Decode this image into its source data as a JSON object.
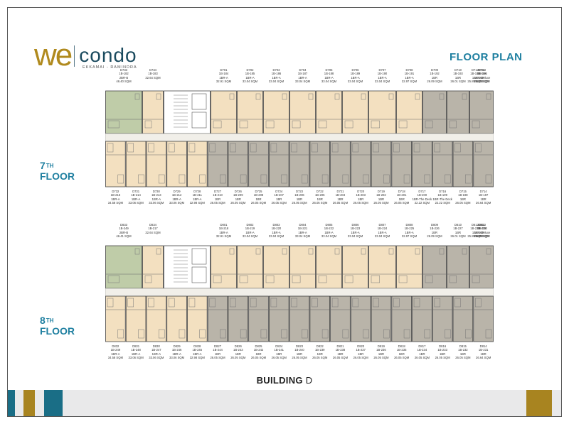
{
  "brand": {
    "logo_we": "we",
    "logo_condo": "condo",
    "logo_sub": "EKKAMAI - RAMINDRA"
  },
  "title": "FLOOR PLAN",
  "building_label": "BUILDING",
  "building_letter": "D",
  "colors": {
    "accent_blue": "#1e7fa0",
    "gold": "#b08a1e",
    "teal": "#1a6e86",
    "unit_tan": "#f3e0c0",
    "unit_gray": "#b9b4a9",
    "unit_green": "#bfcca8",
    "corridor": "#f1efe9"
  },
  "floors": [
    {
      "num": "7",
      "sup": "TH",
      "word": "FLOOR",
      "top_units": [
        {
          "l1": "D733",
          "l2": "1B-182",
          "l3": "2BR-B",
          "l4": "46.40 SQM"
        },
        {
          "l1": "D734",
          "l2": "1B-183",
          "l3": "",
          "l4": "32.64 SQM"
        },
        {
          "l1": "D701",
          "l2": "1B-184",
          "l3": "1BR-A",
          "l4": "32.91 SQM"
        },
        {
          "l1": "D702",
          "l2": "1B-185",
          "l3": "1BR-A",
          "l4": "33.04 SQM"
        },
        {
          "l1": "D703",
          "l2": "1B-186",
          "l3": "1BR-A",
          "l4": "33.04 SQM"
        },
        {
          "l1": "D704",
          "l2": "1B-187",
          "l3": "1BR-A",
          "l4": "33.04 SQM"
        },
        {
          "l1": "D705",
          "l2": "1B-188",
          "l3": "1BR-A",
          "l4": "33.04 SQM"
        },
        {
          "l1": "D706",
          "l2": "1B-189",
          "l3": "1BR-A",
          "l4": "33.04 SQM"
        },
        {
          "l1": "D707",
          "l2": "1B-190",
          "l3": "1BR-A",
          "l4": "33.04 SQM"
        },
        {
          "l1": "D708",
          "l2": "1B-191",
          "l3": "1BR-A",
          "l4": "32.97 SQM"
        },
        {
          "l1": "D709",
          "l2": "1B-192",
          "l3": "1BR",
          "l4": "26.09 SQM"
        },
        {
          "l1": "D710",
          "l2": "1B-193",
          "l3": "1BR",
          "l4": "26.01 SQM"
        },
        {
          "l1": "D711",
          "l2": "1B-194",
          "l3": "1BR",
          "l4": "26.01 SQM"
        },
        {
          "l1": "D712",
          "l2": "1B-195",
          "l3": "1BR",
          "l4": "25.89 SQM"
        },
        {
          "l1": "D713",
          "l2": "1B-196",
          "l3": "1BR-Deluxe",
          "l4": "33.23 SQM"
        }
      ],
      "bottom_units": [
        {
          "l1": "D732",
          "l2": "1B-215",
          "l3": "1BR-A",
          "l4": "34.58 SQM"
        },
        {
          "l1": "D731",
          "l2": "1B-214",
          "l3": "1BR-A",
          "l4": "33.06 SQM"
        },
        {
          "l1": "D730",
          "l2": "1B-213",
          "l3": "1BR-A",
          "l4": "33.06 SQM"
        },
        {
          "l1": "D729",
          "l2": "1B-212",
          "l3": "1BR-A",
          "l4": "33.06 SQM"
        },
        {
          "l1": "D728",
          "l2": "1B-211",
          "l3": "1BR-A",
          "l4": "32.98 SQM"
        },
        {
          "l1": "D727",
          "l2": "1B-210",
          "l3": "1BR",
          "l4": "26.05 SQM"
        },
        {
          "l1": "D726",
          "l2": "1B-209",
          "l3": "1BR",
          "l4": "26.05 SQM"
        },
        {
          "l1": "D725",
          "l2": "1B-208",
          "l3": "1BR",
          "l4": "26.05 SQM"
        },
        {
          "l1": "D724",
          "l2": "1B-207",
          "l3": "1BR",
          "l4": "26.05 SQM"
        },
        {
          "l1": "D723",
          "l2": "1B-206",
          "l3": "1BR",
          "l4": "26.05 SQM"
        },
        {
          "l1": "D722",
          "l2": "1B-205",
          "l3": "1BR",
          "l4": "26.05 SQM"
        },
        {
          "l1": "D721",
          "l2": "1B-204",
          "l3": "1BR",
          "l4": "26.05 SQM"
        },
        {
          "l1": "D720",
          "l2": "1B-203",
          "l3": "1BR",
          "l4": "26.05 SQM"
        },
        {
          "l1": "D719",
          "l2": "1B-202",
          "l3": "1BR",
          "l4": "26.05 SQM"
        },
        {
          "l1": "D718",
          "l2": "1B-201",
          "l3": "1BR",
          "l4": "26.05 SQM"
        },
        {
          "l1": "D717",
          "l2": "1B-200",
          "l3": "1BR-The Deck",
          "l4": "22.22 SQM"
        },
        {
          "l1": "D716",
          "l2": "1B-199",
          "l3": "1BR-The Deck",
          "l4": "22.22 SQM"
        },
        {
          "l1": "D715",
          "l2": "1B-198",
          "l3": "1BR",
          "l4": "26.05 SQM"
        },
        {
          "l1": "D714",
          "l2": "1B-197",
          "l3": "1BR",
          "l4": "26.64 SQM"
        }
      ]
    },
    {
      "num": "8",
      "sup": "TH",
      "word": "FLOOR",
      "top_units": [
        {
          "l1": "D833",
          "l2": "1B-249",
          "l3": "2BR-B",
          "l4": "46.41 SQM"
        },
        {
          "l1": "D834",
          "l2": "1B-217",
          "l3": "",
          "l4": "32.64 SQM"
        },
        {
          "l1": "D801",
          "l2": "1B-218",
          "l3": "1BR-A",
          "l4": "32.91 SQM"
        },
        {
          "l1": "D802",
          "l2": "1B-219",
          "l3": "1BR-A",
          "l4": "33.04 SQM"
        },
        {
          "l1": "D803",
          "l2": "1B-220",
          "l3": "1BR-A",
          "l4": "33.04 SQM"
        },
        {
          "l1": "D804",
          "l2": "1B-221",
          "l3": "1BR-A",
          "l4": "33.04 SQM"
        },
        {
          "l1": "D805",
          "l2": "1B-222",
          "l3": "1BR-A",
          "l4": "33.04 SQM"
        },
        {
          "l1": "D806",
          "l2": "1B-223",
          "l3": "1BR-A",
          "l4": "33.04 SQM"
        },
        {
          "l1": "D807",
          "l2": "1B-224",
          "l3": "1BR-A",
          "l4": "33.04 SQM"
        },
        {
          "l1": "D808",
          "l2": "1B-225",
          "l3": "1BR-A",
          "l4": "32.97 SQM"
        },
        {
          "l1": "D809",
          "l2": "1B-226",
          "l3": "1BR",
          "l4": "26.09 SQM"
        },
        {
          "l1": "D810",
          "l2": "1B-227",
          "l3": "1BR",
          "l4": "26.01 SQM"
        },
        {
          "l1": "D811",
          "l2": "1B-228",
          "l3": "1BR",
          "l4": "26.01 SQM"
        },
        {
          "l1": "D812",
          "l2": "1B-229",
          "l3": "1BR",
          "l4": "25.89 SQM"
        },
        {
          "l1": "D813",
          "l2": "1B-230",
          "l3": "1BR-Deluxe",
          "l4": "33.23 SQM"
        }
      ],
      "bottom_units": [
        {
          "l1": "D832",
          "l2": "1B-249",
          "l3": "1BR-A",
          "l4": "34.58 SQM"
        },
        {
          "l1": "D831",
          "l2": "1B-248",
          "l3": "1BR-A",
          "l4": "33.06 SQM"
        },
        {
          "l1": "D830",
          "l2": "1B-247",
          "l3": "1BR-A",
          "l4": "33.06 SQM"
        },
        {
          "l1": "D829",
          "l2": "1B-246",
          "l3": "1BR-A",
          "l4": "33.06 SQM"
        },
        {
          "l1": "D828",
          "l2": "1B-245",
          "l3": "1BR-A",
          "l4": "32.98 SQM"
        },
        {
          "l1": "D827",
          "l2": "1B-244",
          "l3": "1BR",
          "l4": "26.05 SQM"
        },
        {
          "l1": "D826",
          "l2": "1B-243",
          "l3": "1BR",
          "l4": "26.05 SQM"
        },
        {
          "l1": "D825",
          "l2": "1B-242",
          "l3": "1BR",
          "l4": "26.05 SQM"
        },
        {
          "l1": "D824",
          "l2": "1B-241",
          "l3": "1BR",
          "l4": "26.05 SQM"
        },
        {
          "l1": "D823",
          "l2": "1B-240",
          "l3": "1BR",
          "l4": "26.05 SQM"
        },
        {
          "l1": "D822",
          "l2": "1B-239",
          "l3": "1BR",
          "l4": "26.05 SQM"
        },
        {
          "l1": "D821",
          "l2": "1B-238",
          "l3": "1BR",
          "l4": "26.05 SQM"
        },
        {
          "l1": "D820",
          "l2": "1B-237",
          "l3": "1BR",
          "l4": "26.05 SQM"
        },
        {
          "l1": "D819",
          "l2": "1B-236",
          "l3": "1BR",
          "l4": "26.05 SQM"
        },
        {
          "l1": "D818",
          "l2": "1B-235",
          "l3": "1BR",
          "l4": "26.05 SQM"
        },
        {
          "l1": "D817",
          "l2": "1B-234",
          "l3": "1BR",
          "l4": "26.05 SQM"
        },
        {
          "l1": "D816",
          "l2": "1B-233",
          "l3": "1BR",
          "l4": "26.05 SQM"
        },
        {
          "l1": "D815",
          "l2": "1B-232",
          "l3": "1BR",
          "l4": "26.05 SQM"
        },
        {
          "l1": "D814",
          "l2": "1B-231",
          "l3": "1BR",
          "l4": "26.64 SQM"
        }
      ]
    }
  ]
}
